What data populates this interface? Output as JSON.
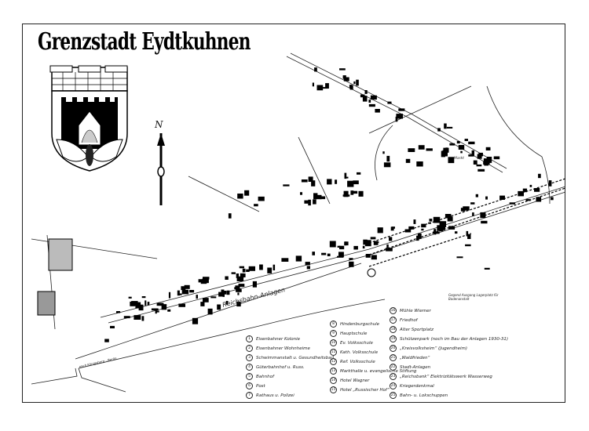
{
  "title": "Grenzstadt Eydtkuhnen",
  "north_label": "N",
  "map_labels": {
    "railway_area": "Reichsbahn-Anlagen",
    "road_west": "nach Königsberg - Berlin",
    "market": "Markt",
    "note": "Gegend Ausgang Lagerplatz für Bodenanstalt"
  },
  "legend": {
    "column1": [
      {
        "num": "1",
        "text": "Eisenbahner Kolonie"
      },
      {
        "num": "2",
        "text": "Eisenbahner Wohnheime"
      },
      {
        "num": "3",
        "text": "Schwimmanstalt u. Gesundheitsbad"
      },
      {
        "num": "4",
        "text": "Güterbahnhof u. Russ."
      },
      {
        "num": "5",
        "text": "Bahnhof"
      },
      {
        "num": "6",
        "text": "Post"
      },
      {
        "num": "7",
        "text": "Rathaus u. Polizei"
      }
    ],
    "column2": [
      {
        "num": "8",
        "text": "Hindenburgschule"
      },
      {
        "num": "9",
        "text": "Hauptschule"
      },
      {
        "num": "10",
        "text": "Ev. Volksschule"
      },
      {
        "num": "11",
        "text": "Kath. Volksschule"
      },
      {
        "num": "12",
        "text": "Ref. Volksschule"
      },
      {
        "num": "13",
        "text": "Markthalle u. evangelische Stiftung"
      },
      {
        "num": "14",
        "text": "Hotel Wagner"
      },
      {
        "num": "15",
        "text": "Hotel „Russischer Hof“"
      }
    ],
    "column3": [
      {
        "num": "16",
        "text": "Mühle Wiemer"
      },
      {
        "num": "17",
        "text": "Friedhof"
      },
      {
        "num": "18",
        "text": "Alter Sportplatz"
      },
      {
        "num": "19",
        "text": "Schützenpark (noch im Bau der Anlagen 1930-31)"
      },
      {
        "num": "20",
        "text": "„Kreisvolksheim“ (Jugendheim)"
      },
      {
        "num": "21",
        "text": "„Waldfrieden“"
      },
      {
        "num": "22",
        "text": "Stadt-Anlagen"
      },
      {
        "num": "23",
        "text": "„Reichsbank“ Elektrizitätswerk Wasserweg"
      },
      {
        "num": "24",
        "text": "Kriegerdenkmal"
      },
      {
        "num": "25",
        "text": "Bahn- u. Lokschuppen"
      }
    ]
  }
}
